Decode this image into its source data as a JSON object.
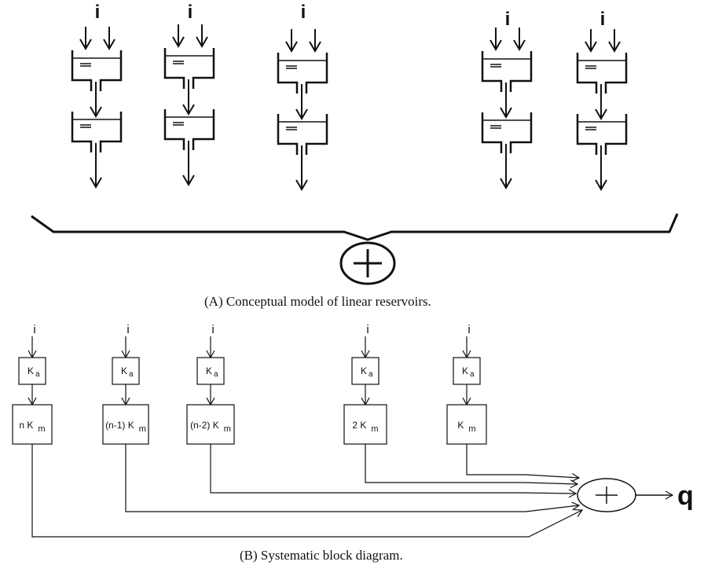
{
  "part_a": {
    "caption": "(A) Conceptual model of linear reservoirs.",
    "input_label": "i",
    "reservoir_chains": 5
  },
  "part_b": {
    "caption": "(B) Systematic block diagram.",
    "input_label": "i",
    "output_label": "q",
    "columns": [
      {
        "top": "Ka",
        "bottom_prefix": "n K",
        "bottom_sub": "m"
      },
      {
        "top": "Ka",
        "bottom_prefix": "(n-1) K",
        "bottom_sub": "m"
      },
      {
        "top": "Ka",
        "bottom_prefix": "(n-2) K",
        "bottom_sub": "m"
      },
      {
        "top": "Ka",
        "bottom_prefix": "2 K",
        "bottom_sub": "m"
      },
      {
        "top": "Ka",
        "bottom_prefix": "K",
        "bottom_sub": "m"
      }
    ]
  },
  "summation_symbol": "+"
}
